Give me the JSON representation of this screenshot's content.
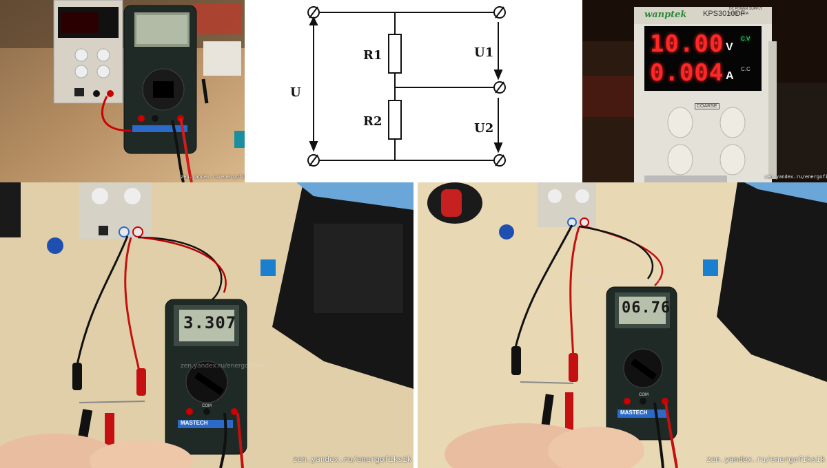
{
  "watermark": {
    "short": "zen.yandex.ru/energofiksik",
    "full": "zen.yandex.ru/energofiksik"
  },
  "schematic": {
    "resistor_top": "R1",
    "resistor_bottom": "R2",
    "source_voltage": "U",
    "voltage_top": "U1",
    "voltage_bottom": "U2"
  },
  "power_supply": {
    "brand": "wanptek",
    "model": "KPS3010DF",
    "type_line1": "DC POWER SUPPLY",
    "type_line2": "0-30V   0-10A",
    "voltage_reading": "10.00",
    "voltage_unit": "V",
    "current_reading": "0.004",
    "current_unit": "A",
    "cv_label": "C.V",
    "cc_label": "C.C",
    "knob_label": "COARSE"
  },
  "multimeter": {
    "brand": "MASTECH",
    "reading_u1": "3.307",
    "reading_u2": "06.76",
    "com_label": "COM"
  },
  "colors": {
    "led_red": "#ff2626",
    "led_green": "#3cff6a",
    "meter_body": "#1f2a26",
    "desk_wood": "#e5d4b0",
    "probe_red": "#d31b1b"
  }
}
